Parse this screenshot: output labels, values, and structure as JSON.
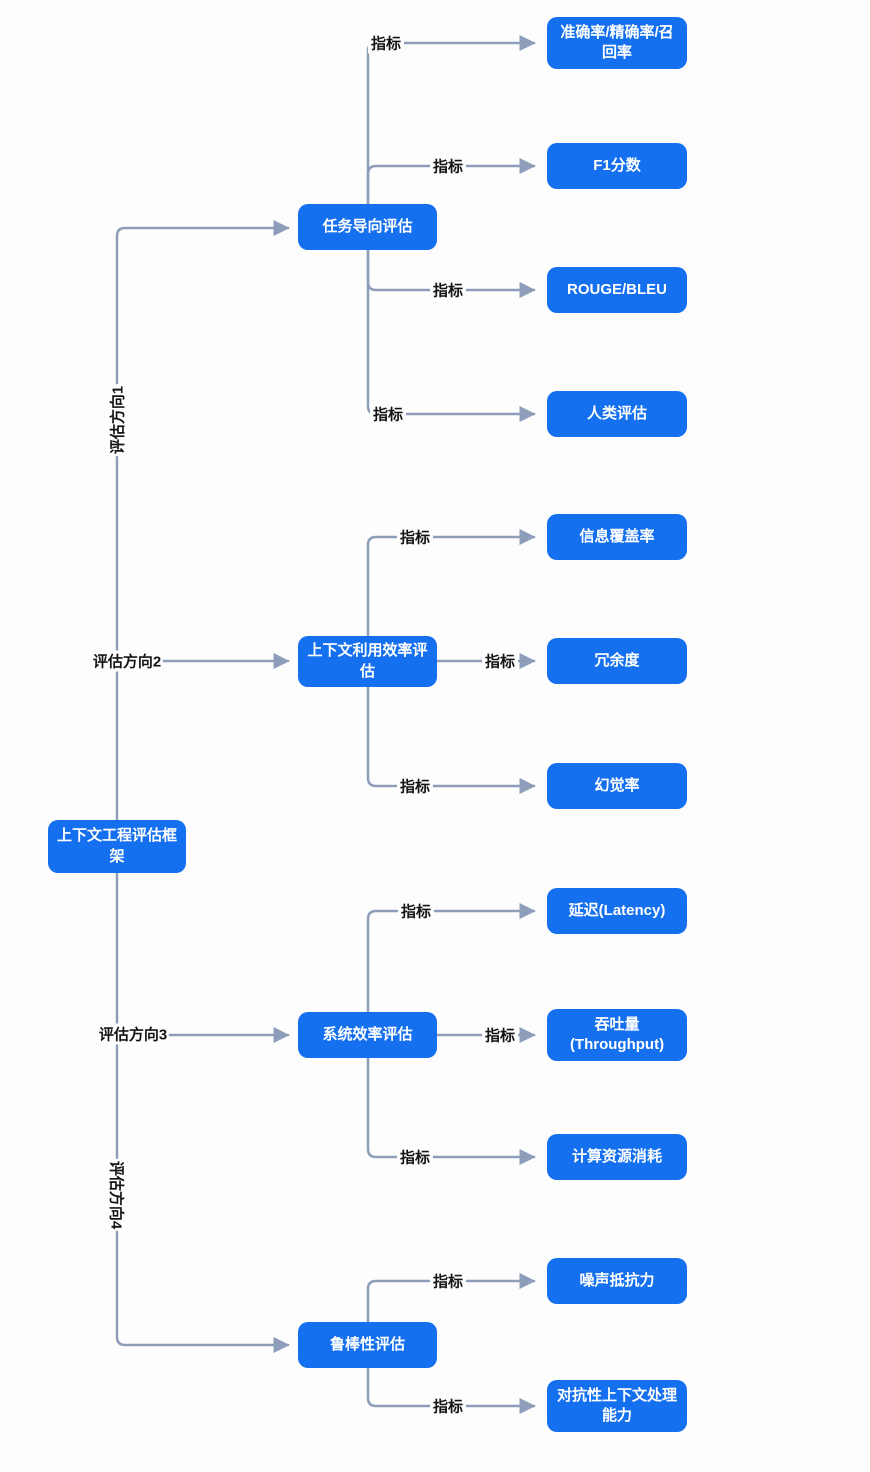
{
  "diagram": {
    "title_hint": "context-engineering-evaluation-mindmap",
    "edge_label": "指标",
    "root": {
      "label": "上下文工程评估框架"
    },
    "branches": [
      {
        "direction_label": "评估方向1",
        "node": "任务导向评估",
        "metrics": [
          "准确率/精确率/召回率",
          "F1分数",
          "ROUGE/BLEU",
          "人类评估"
        ]
      },
      {
        "direction_label": "评估方向2",
        "node": "上下文利用效率评估",
        "metrics": [
          "信息覆盖率",
          "冗余度",
          "幻觉率"
        ]
      },
      {
        "direction_label": "评估方向3",
        "node": "系统效率评估",
        "metrics": [
          "延迟(Latency)",
          "吞吐量(Throughput)",
          "计算资源消耗"
        ]
      },
      {
        "direction_label": "评估方向4",
        "node": "鲁棒性评估",
        "metrics": [
          "噪声抵抗力",
          "对抗性上下文处理能力"
        ]
      }
    ],
    "colors": {
      "node_fill": "#1570f0",
      "node_text": "#ffffff",
      "edge": "#8e9db9",
      "label_text": "#141414",
      "background": "#fdfdfd"
    }
  }
}
